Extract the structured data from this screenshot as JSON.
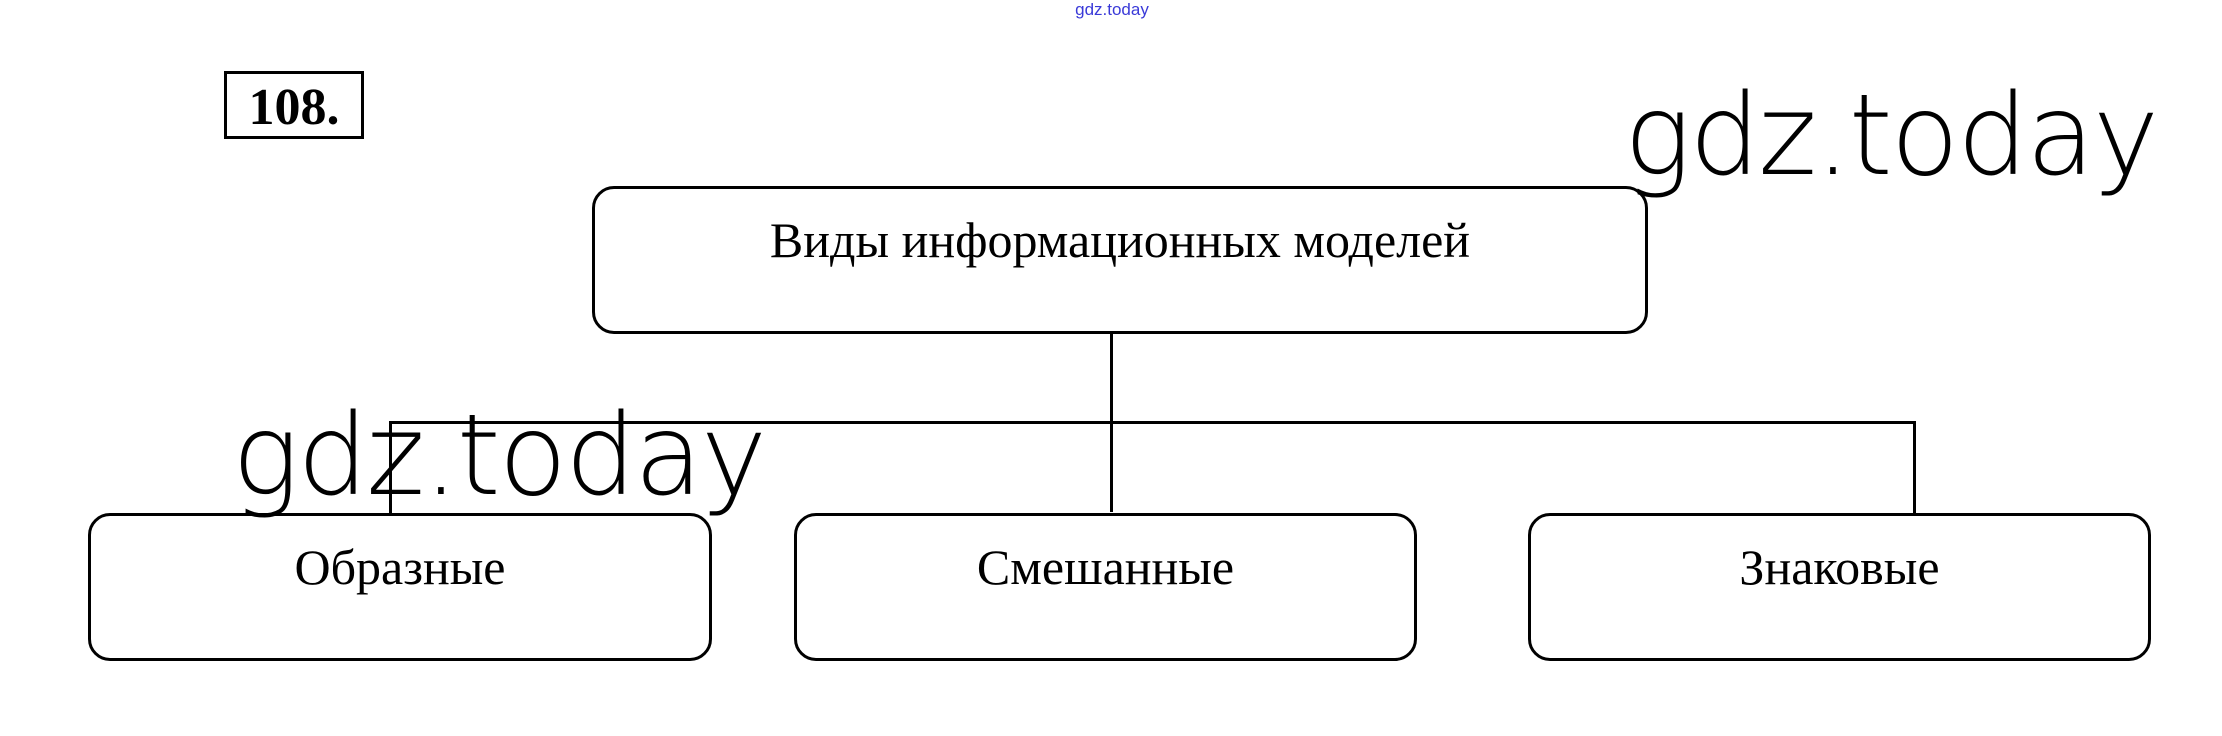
{
  "watermark_small": "gdz.today",
  "watermark_large": "gdz.today",
  "exercise_number": "108.",
  "diagram": {
    "root": "Виды информационных моделей",
    "children": [
      "Образные",
      "Смешанные",
      "Знаковые"
    ]
  }
}
